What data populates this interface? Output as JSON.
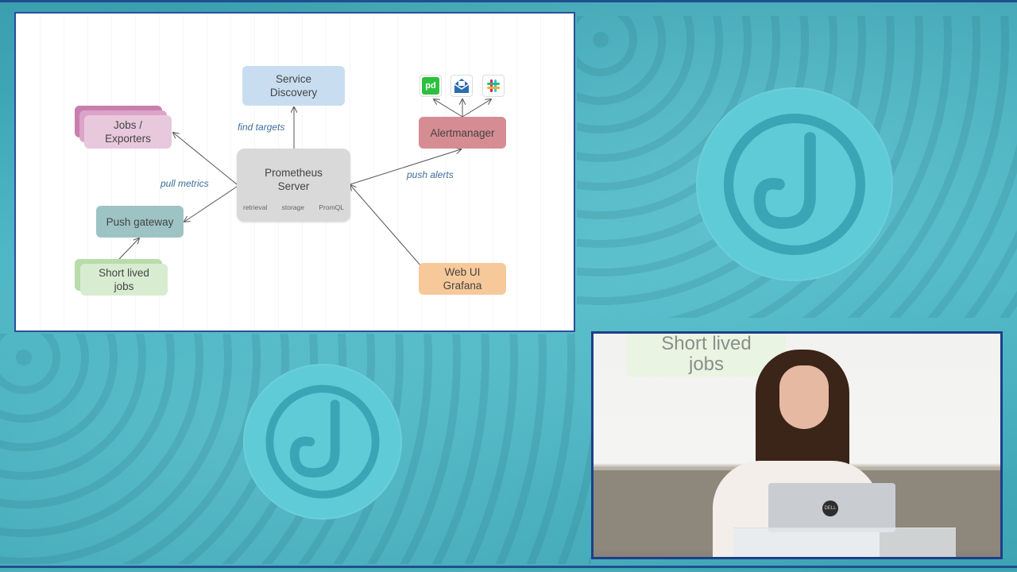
{
  "slide": {
    "nodes": {
      "service_discovery": "Service\nDiscovery",
      "jobs_exporters": "Jobs /\nExporters",
      "prometheus": "Prometheus\nServer",
      "prometheus_parts": [
        "retrieval",
        "storage",
        "PromQL"
      ],
      "alertmanager": "Alertmanager",
      "push_gateway": "Push gateway",
      "short_lived": "Short lived\njobs",
      "web_ui": "Web UI\nGrafana"
    },
    "labels": {
      "find_targets": "find targets",
      "pull_metrics": "pull metrics",
      "push_alerts": "push alerts"
    },
    "integrations": [
      "pd",
      "mail",
      "slack"
    ],
    "colors": {
      "service_discovery": "#c8ddf0",
      "jobs": "#e8c8dc",
      "jobs_stack": "#c97fae",
      "prometheus": "#d9d9d9",
      "alertmanager": "#d68c93",
      "push_gateway": "#9ec3c4",
      "short_lived": "#d8ecd2",
      "short_lived_stack": "#b8dcaa",
      "web_ui": "#f7c99a",
      "arrow": "#555555",
      "label": "#3d6e9c"
    }
  },
  "video": {
    "screen_text": "Short lived\njobs",
    "laptop_logo": "DELL"
  },
  "background": {
    "logo": "J"
  }
}
